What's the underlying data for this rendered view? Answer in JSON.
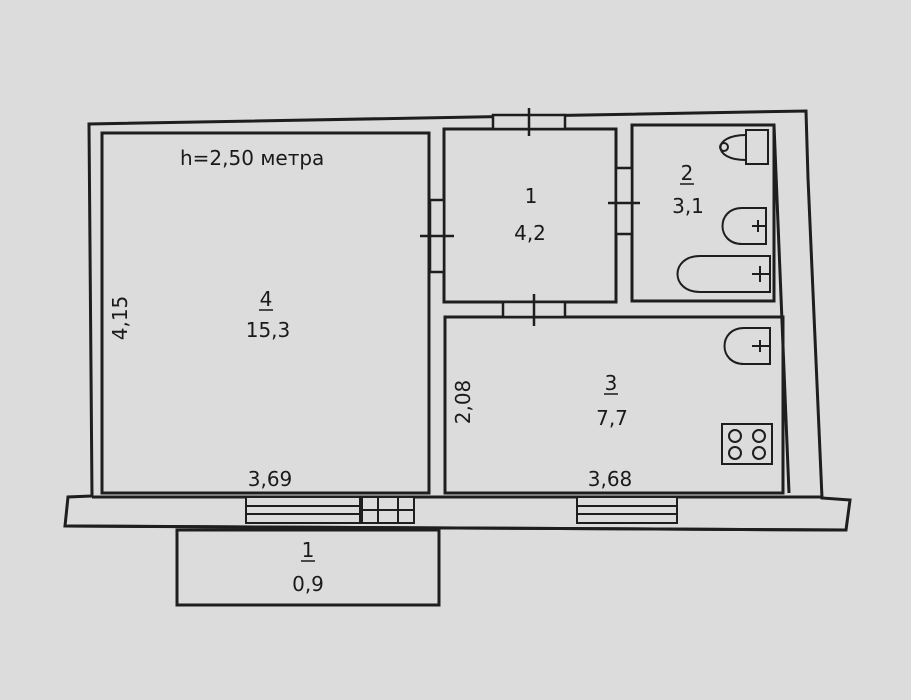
{
  "ceiling_height": "h=2,50 метра",
  "rooms": [
    {
      "number": "4",
      "area": "15,3"
    },
    {
      "number": "1",
      "area": "4,2"
    },
    {
      "number": "2",
      "area": "3,1"
    },
    {
      "number": "3",
      "area": "7,7"
    },
    {
      "number": "1",
      "area": "0,9"
    }
  ],
  "dimensions": {
    "room4_height": "4,15",
    "room3_height": "2,08",
    "room4_width": "3,69",
    "room3_width": "3,68"
  },
  "fixtures": [
    "toilet-icon",
    "sink-icon",
    "bathtub-icon",
    "kitchen-sink-icon",
    "stove-icon"
  ]
}
